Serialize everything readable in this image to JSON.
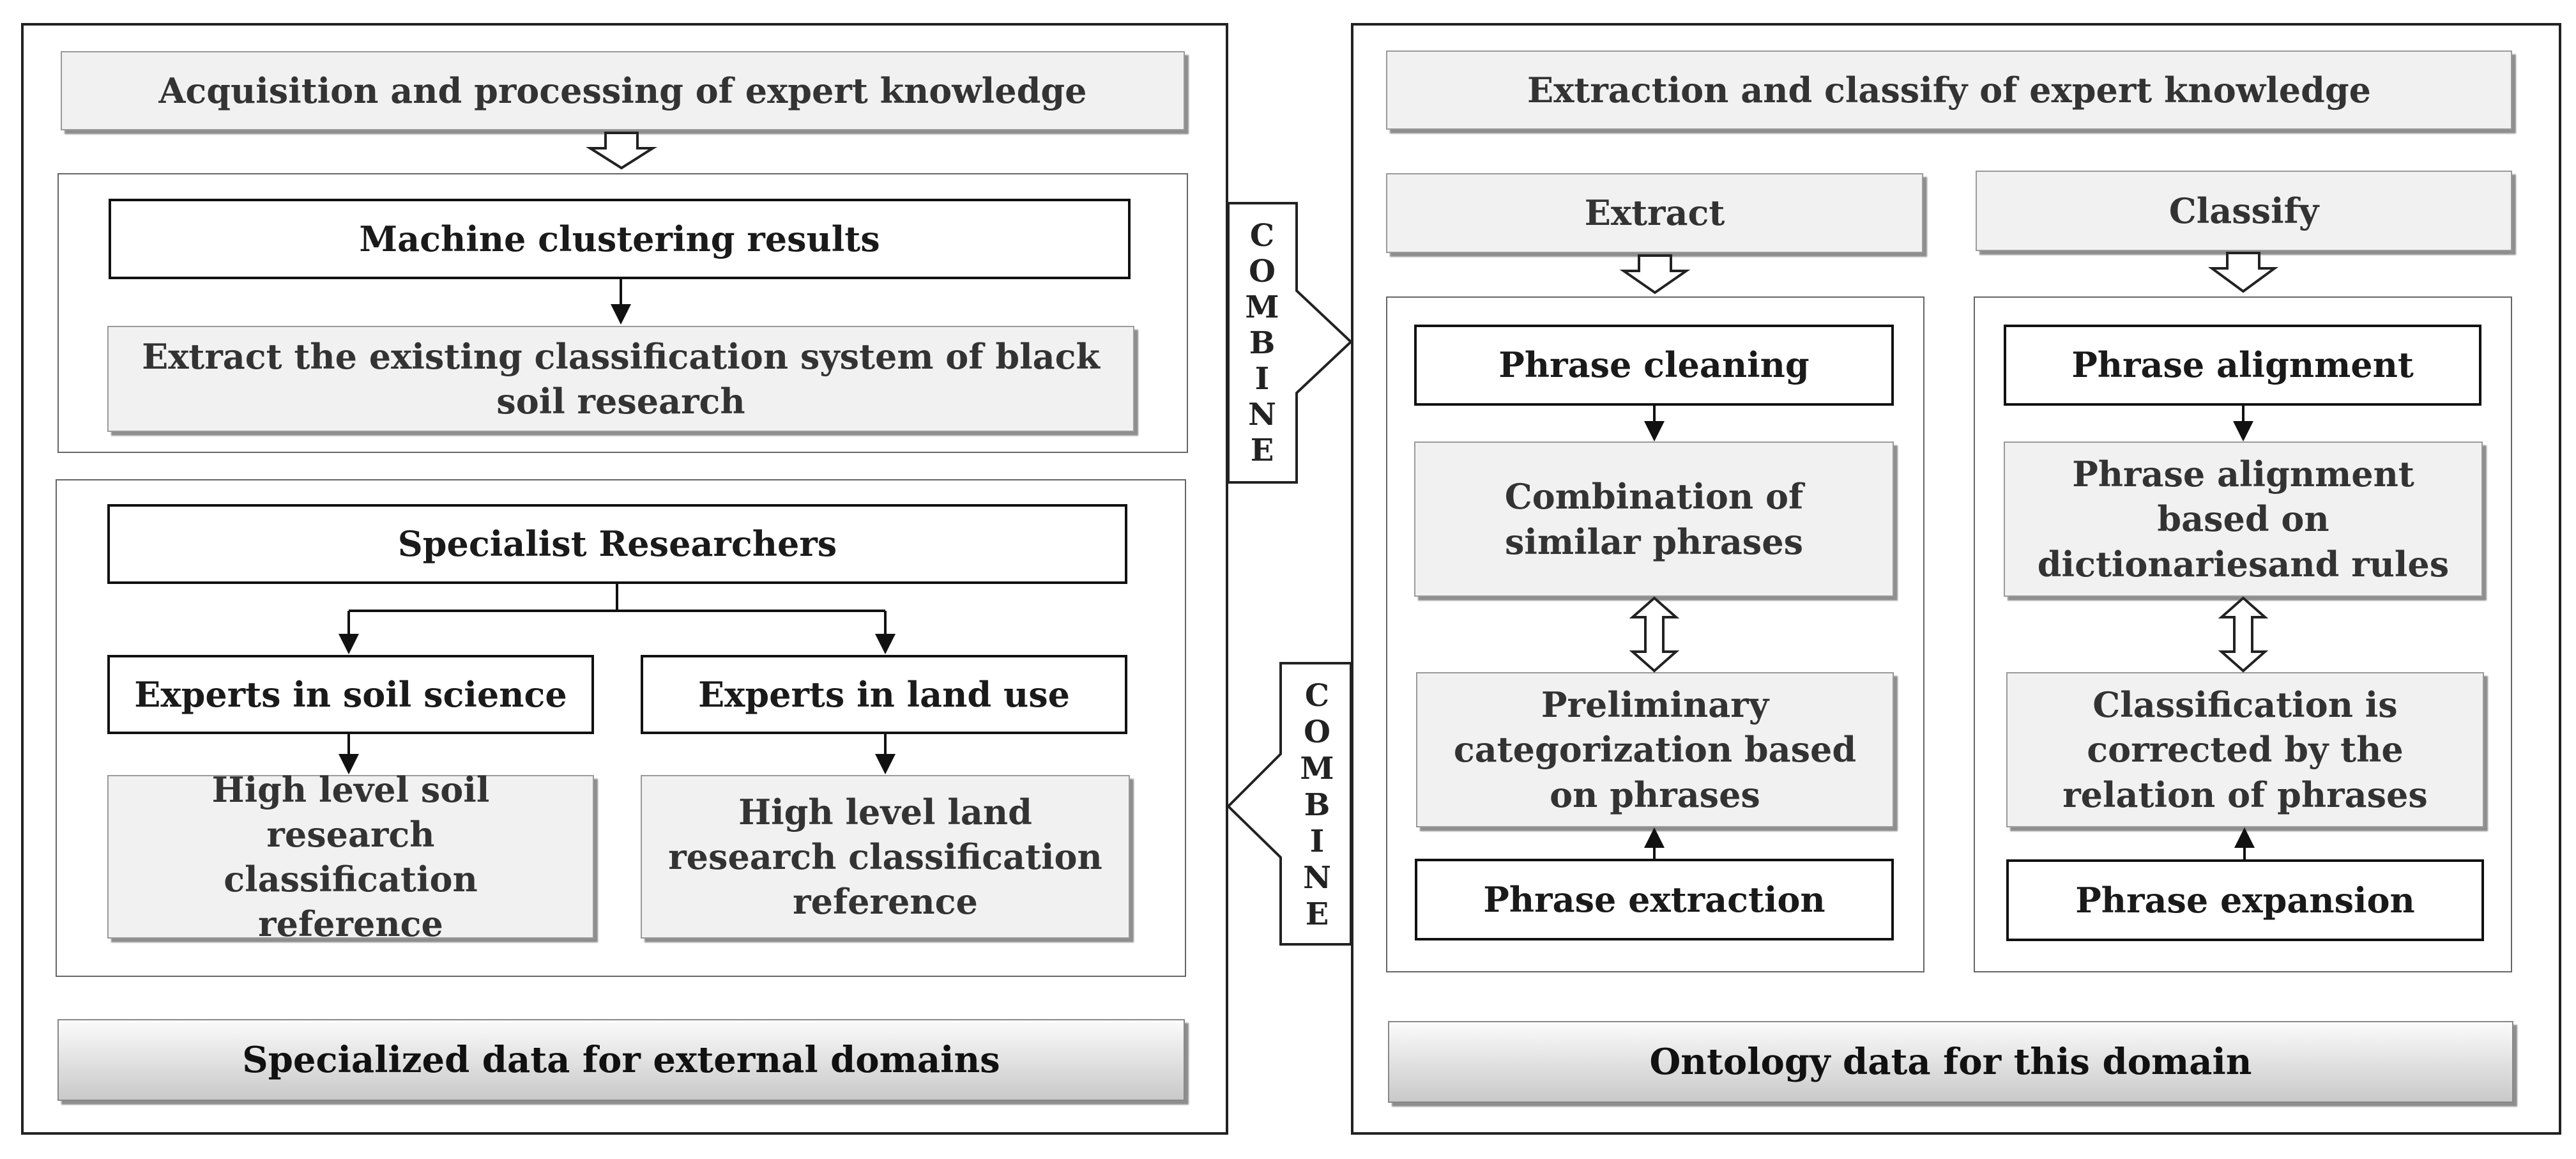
{
  "left_panel": {
    "header": "Acquisition and processing of expert knowledge",
    "machine_clustering": "Machine clustering results",
    "extract_existing": "Extract the existing classification system of black soil research",
    "specialist_researchers": "Specialist Researchers",
    "experts_soil": "Experts in soil science",
    "experts_land": "Experts in land use",
    "soil_reference": "High level soil research classification reference",
    "land_reference": "High level land research classification reference",
    "footer": "Specialized data for external domains"
  },
  "right_panel": {
    "header": "Extraction and classify of expert knowledge",
    "extract": {
      "title": "Extract",
      "phrase_cleaning": "Phrase cleaning",
      "combination": "Combination of similar phrases",
      "preliminary": "Preliminary categorization based on phrases",
      "phrase_extraction": "Phrase extraction"
    },
    "classify": {
      "title": "Classify",
      "phrase_alignment": "Phrase alignment",
      "alignment_based": "Phrase alignment based on dictionariesand rules",
      "corrected": "Classification is corrected by the relation of phrases",
      "phrase_expansion": "Phrase expansion"
    },
    "footer": "Ontology data for this domain"
  },
  "combine_arrows": {
    "top_letters": [
      "C",
      "O",
      "M",
      "B",
      "I",
      "N",
      "E"
    ],
    "bottom_letters": [
      "C",
      "O",
      "M",
      "B",
      "I",
      "N",
      "E"
    ]
  }
}
